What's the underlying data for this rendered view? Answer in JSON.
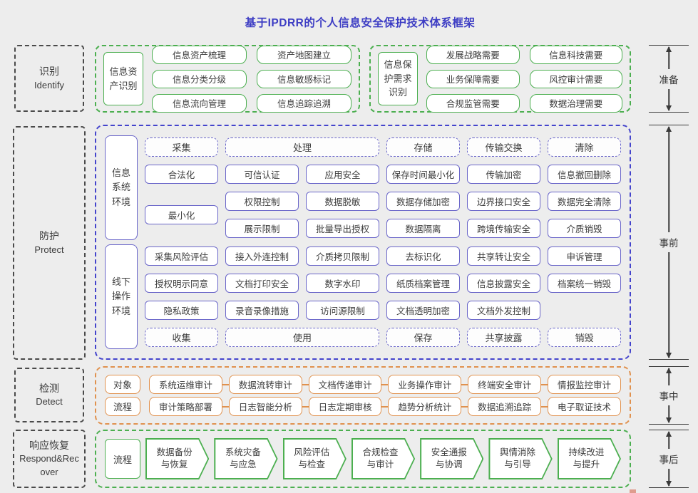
{
  "title": "基于IPDRR的个人信息安全保护技术体系框架",
  "colors": {
    "background": "#ededed",
    "title_blue": "#3d3dc4",
    "identify_green": "#4caf50",
    "protect_outer_blue": "#4444cc",
    "protect_item_purple": "#6a66c9",
    "detect_orange": "#e0914e",
    "stage_dash_gray": "#4a4a4a",
    "text": "#3c3c3c",
    "box_fill": "#ffffff"
  },
  "stages": {
    "identify": {
      "zh": "识别",
      "en": "Identify"
    },
    "protect": {
      "zh": "防护",
      "en": "Protect"
    },
    "detect": {
      "zh": "检测",
      "en": "Detect"
    },
    "respond": {
      "zh": "响应恢复",
      "en": "Respond&Recover"
    }
  },
  "timeline": [
    "准备",
    "事前",
    "事中",
    "事后"
  ],
  "identify": {
    "asset": {
      "label": "信息资产识别",
      "items": [
        "信息资产梳理",
        "资产地图建立",
        "信息分类分级",
        "信息敏感标记",
        "信息流向管理",
        "信息追踪追溯"
      ]
    },
    "need": {
      "label": "信息保护需求识别",
      "items": [
        "发展战略需要",
        "信息科技需要",
        "业务保障需要",
        "风控审计需要",
        "合规监管需要",
        "数据治理需要"
      ]
    }
  },
  "protect": {
    "env_labels": [
      "信息系统环境",
      "线下操作环境"
    ],
    "rows": [
      {
        "cells": [
          {
            "t": "采集",
            "c": 1,
            "phase": true
          },
          {
            "t": "处理",
            "c": 2,
            "s": 2,
            "phase": true
          },
          {
            "t": "存储",
            "c": 4,
            "phase": true
          },
          {
            "t": "传输交换",
            "c": 5,
            "phase": true
          },
          {
            "t": "清除",
            "c": 6,
            "phase": true
          }
        ]
      },
      {
        "cells": [
          {
            "t": "合法化",
            "c": 1
          },
          {
            "t": "可信认证",
            "c": 2
          },
          {
            "t": "应用安全",
            "c": 3
          },
          {
            "t": "保存时间最小化",
            "c": 4
          },
          {
            "t": "传输加密",
            "c": 5
          },
          {
            "t": "信息撤回删除",
            "c": 6
          }
        ]
      },
      {
        "cells": [
          {
            "t": "最小化",
            "c": 1,
            "rs": 2
          },
          {
            "t": "权限控制",
            "c": 2
          },
          {
            "t": "数据脱敏",
            "c": 3
          },
          {
            "t": "数据存储加密",
            "c": 4
          },
          {
            "t": "边界接口安全",
            "c": 5
          },
          {
            "t": "数据完全清除",
            "c": 6
          }
        ]
      },
      {
        "cells": [
          {
            "t": "展示限制",
            "c": 2
          },
          {
            "t": "批量导出授权",
            "c": 3
          },
          {
            "t": "数据隔离",
            "c": 4
          },
          {
            "t": "跨境传输安全",
            "c": 5
          },
          {
            "t": "介质销毁",
            "c": 6
          }
        ]
      },
      {
        "cells": [
          {
            "t": "采集风险评估",
            "c": 1
          },
          {
            "t": "接入外连控制",
            "c": 2
          },
          {
            "t": "介质拷贝限制",
            "c": 3
          },
          {
            "t": "去标识化",
            "c": 4
          },
          {
            "t": "共享转让安全",
            "c": 5
          },
          {
            "t": "申诉管理",
            "c": 6
          }
        ]
      },
      {
        "cells": [
          {
            "t": "授权明示同意",
            "c": 1
          },
          {
            "t": "文档打印安全",
            "c": 2
          },
          {
            "t": "数字水印",
            "c": 3
          },
          {
            "t": "纸质档案管理",
            "c": 4
          },
          {
            "t": "信息披露安全",
            "c": 5
          },
          {
            "t": "档案统一销毁",
            "c": 6
          }
        ]
      },
      {
        "cells": [
          {
            "t": "隐私政策",
            "c": 1
          },
          {
            "t": "录音录像措施",
            "c": 2
          },
          {
            "t": "访问源限制",
            "c": 3
          },
          {
            "t": "文档透明加密",
            "c": 4
          },
          {
            "t": "文档外发控制",
            "c": 5
          }
        ]
      },
      {
        "cells": [
          {
            "t": "收集",
            "c": 1,
            "phase": true
          },
          {
            "t": "使用",
            "c": 2,
            "s": 2,
            "phase": true
          },
          {
            "t": "保存",
            "c": 4,
            "phase": true
          },
          {
            "t": "共享披露",
            "c": 5,
            "phase": true
          },
          {
            "t": "销毁",
            "c": 6,
            "phase": true
          }
        ]
      }
    ]
  },
  "detect": {
    "rows": [
      {
        "head": "对象",
        "items": [
          "系统运维审计",
          "数据流转审计",
          "文档传递审计",
          "业务操作审计",
          "终端安全审计",
          "情报监控审计"
        ]
      },
      {
        "head": "流程",
        "items": [
          "审计策略部署",
          "日志智能分析",
          "日志定期审核",
          "趋势分析统计",
          "数据追溯追踪",
          "电子取证技术"
        ]
      }
    ]
  },
  "respond": {
    "head": "流程",
    "steps": [
      {
        "line1": "数据备份",
        "line2": "与恢复"
      },
      {
        "line1": "系统灾备",
        "line2": "与应急"
      },
      {
        "line1": "风险评估",
        "line2": "与检查"
      },
      {
        "line1": "合规检查",
        "line2": "与审计"
      },
      {
        "line1": "安全通报",
        "line2": "与协调"
      },
      {
        "line1": "舆情消除",
        "line2": "与引导"
      },
      {
        "line1": "持续改进",
        "line2": "与提升"
      }
    ]
  }
}
